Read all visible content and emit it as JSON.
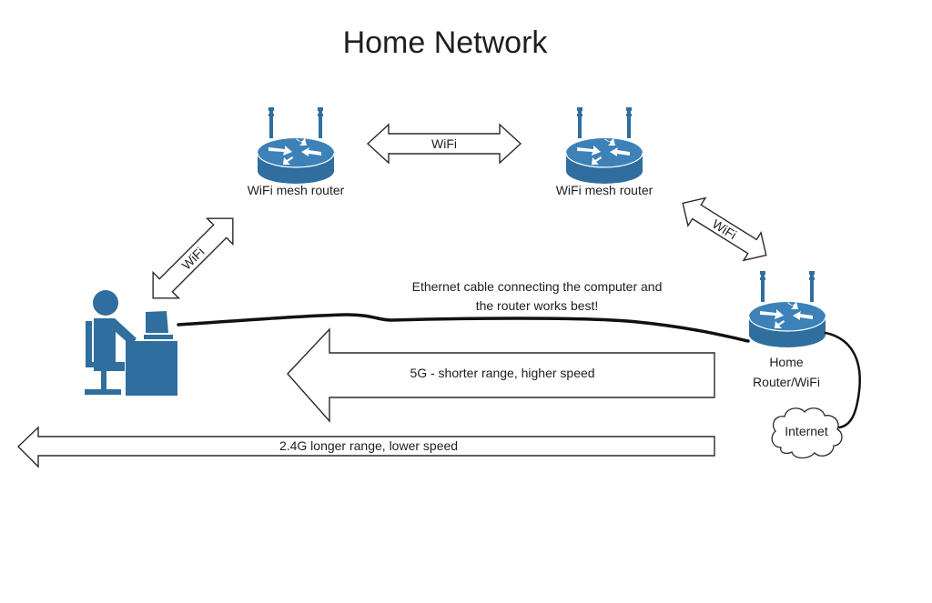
{
  "title": "Home Network",
  "colors": {
    "device_blue": "#2f6e9e",
    "router_top": "#3c82b8",
    "outline": "#2a2a2a",
    "cable": "#111111",
    "background": "#ffffff"
  },
  "nodes": {
    "mesh_router_left": {
      "label": "WiFi mesh router",
      "icon": "router-icon"
    },
    "mesh_router_right": {
      "label": "WiFi mesh router",
      "icon": "router-icon"
    },
    "home_router": {
      "label_line1": "Home",
      "label_line2": "Router/WiFi",
      "icon": "router-icon"
    },
    "computer_user": {
      "icon": "person-at-computer-icon"
    },
    "internet": {
      "label": "Internet",
      "icon": "cloud-icon"
    }
  },
  "links": {
    "mesh_to_mesh": {
      "label": "WiFi",
      "type": "double-arrow"
    },
    "computer_to_mesh": {
      "label": "WiFi",
      "type": "double-arrow"
    },
    "mesh_to_home_router": {
      "label": "WiFi",
      "type": "double-arrow"
    },
    "ethernet": {
      "label_line1": "Ethernet cable connecting the computer and",
      "label_line2": "the router works best!",
      "type": "cable"
    },
    "band_5g": {
      "label": "5G - shorter range, higher speed",
      "type": "left-arrow"
    },
    "band_24g": {
      "label": "2.4G longer range, lower speed",
      "type": "left-arrow"
    },
    "router_to_internet": {
      "type": "cable"
    }
  }
}
